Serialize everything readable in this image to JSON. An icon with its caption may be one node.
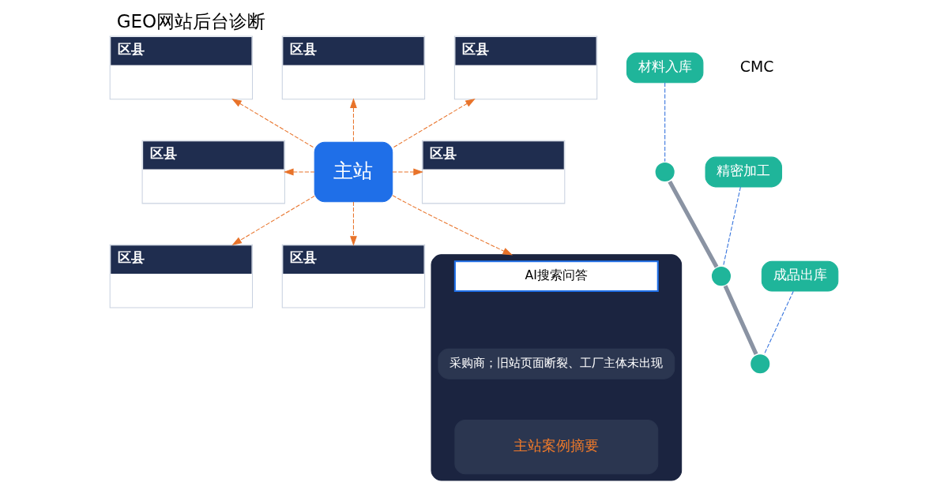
{
  "diagram": {
    "title": "GEO网站后台诊断",
    "nodes": [
      {
        "text": [
          "区县"
        ]
      },
      {
        "text": [
          "区县"
        ]
      },
      {
        "text": [
          "区县"
        ]
      },
      {
        "text": [
          "区县"
        ]
      },
      {
        "text": [
          "主站"
        ]
      },
      {
        "text": [
          "区县"
        ]
      },
      {
        "text": [
          "区县"
        ]
      },
      {
        "text": [
          "区县"
        ]
      },
      {
        "text": [],
        "shape": "box"
      },
      {
        "text": [
          "AI搜索问答"
        ],
        "in": 8
      },
      {
        "text": [
          "采购商；旧站页面断裂、工厂主体未出现"
        ],
        "in": 8
      },
      {
        "text": [
          "主站案例摘要"
        ],
        "in": 8
      },
      {
        "text": [
          "材料入库"
        ]
      },
      {
        "text": [
          "精密加工"
        ]
      },
      {
        "text": [
          "成品出库"
        ]
      },
      {
        "text": [],
        "shape": "circle"
      },
      {
        "text": [],
        "shape": "circle"
      },
      {
        "text": [],
        "shape": "circle"
      }
    ],
    "edges": [
      {
        "from": 4,
        "to": 0,
        "arrow": "to",
        "style": "dashed"
      },
      {
        "from": 4,
        "to": 1,
        "arrow": "to",
        "style": "dashed"
      },
      {
        "from": 4,
        "to": 2,
        "arrow": "to",
        "style": "dashed"
      },
      {
        "from": 4,
        "to": 3,
        "arrow": "to",
        "style": "dashed"
      },
      {
        "from": 4,
        "to": 5,
        "arrow": "to",
        "style": "dashed"
      },
      {
        "from": 4,
        "to": 6,
        "arrow": "to",
        "style": "dashed"
      },
      {
        "from": 4,
        "to": 7,
        "arrow": "to",
        "style": "dashed"
      },
      {
        "from": 4,
        "to": 8,
        "arrow": "to",
        "style": "dashed"
      },
      {
        "from": 12,
        "to": 15,
        "arrow": "none",
        "style": "dashed",
        "color": "#2f6fdc"
      },
      {
        "from": 13,
        "to": 16,
        "arrow": "none",
        "style": "dashed",
        "color": "#2f6fdc"
      },
      {
        "from": 14,
        "to": 17,
        "arrow": "none",
        "style": "dashed",
        "color": "#2f6fdc"
      },
      {
        "from": 15,
        "to": 16,
        "arrow": "none",
        "style": "thick",
        "color": "#8a93a3"
      },
      {
        "from": 16,
        "to": 17,
        "arrow": "none",
        "style": "thick",
        "color": "#8a93a3"
      }
    ],
    "labels": [
      "CMC"
    ]
  }
}
